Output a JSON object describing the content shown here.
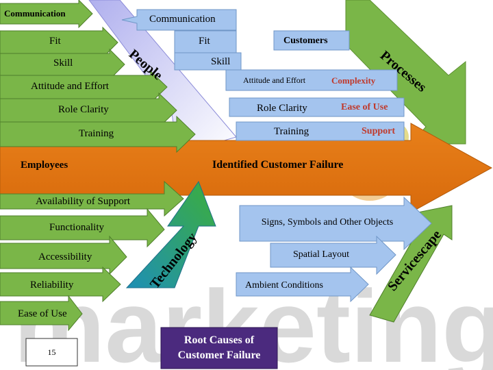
{
  "people": {
    "title": "People",
    "items": [
      "Communication",
      "Fit",
      "Skill",
      "Attitude and Effort",
      "Role Clarity",
      "Training"
    ]
  },
  "processes": {
    "title": "Processes",
    "header": "Customers",
    "items": [
      "Communication",
      "Fit",
      "Skill",
      "Attitude and Effort",
      "Role Clarity",
      "Training"
    ],
    "customer_items": [
      "Complexity",
      "Ease of Use",
      "Support"
    ]
  },
  "main_arrow": {
    "left_label": "Employees",
    "center_label": "Identified Customer Failure"
  },
  "technology": {
    "title": "Technology",
    "items": [
      "Availability of Support",
      "Functionality",
      "Accessibility",
      "Reliability",
      "Ease of Use"
    ]
  },
  "servicescape": {
    "title": "Servicescape",
    "items": [
      "Signs, Symbols and Other Objects",
      "Spatial Layout",
      "Ambient Conditions"
    ]
  },
  "slide_number": "15",
  "root_box": "Root Causes of Customer Failure",
  "background_word": "marketing",
  "colors": {
    "green_arrow": "#7ab648",
    "blue_arrow": "#a4c4ee",
    "main_arrow": "#e07010",
    "purple_box": "#4b2a7e",
    "red_text": "#c0392b",
    "teal_arrow": "#2a90b8"
  }
}
